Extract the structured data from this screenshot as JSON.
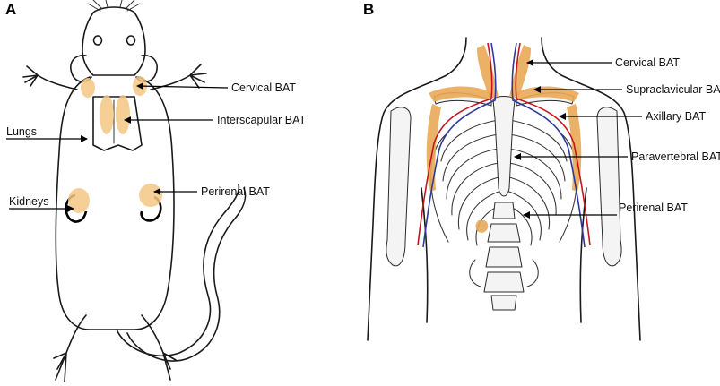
{
  "panel_a": {
    "letter": "A",
    "labels": {
      "cervical": "Cervical BAT",
      "interscapular": "Interscapular BAT",
      "lungs": "Lungs",
      "kidneys": "Kidneys",
      "perirenal": "Perirenal BAT"
    }
  },
  "panel_b": {
    "letter": "B",
    "labels": {
      "cervical": "Cervical BAT",
      "supraclavicular": "Supraclavicular BAT",
      "axillary": "Axillary BAT",
      "paravertebral": "Paravertebral BAT",
      "perirenal": "Perirenal BAT"
    }
  },
  "colors": {
    "bat_fill": "#f3c784",
    "bat_human": "#e9a957",
    "artery": "#c4161c",
    "vein": "#2d3a9a"
  }
}
